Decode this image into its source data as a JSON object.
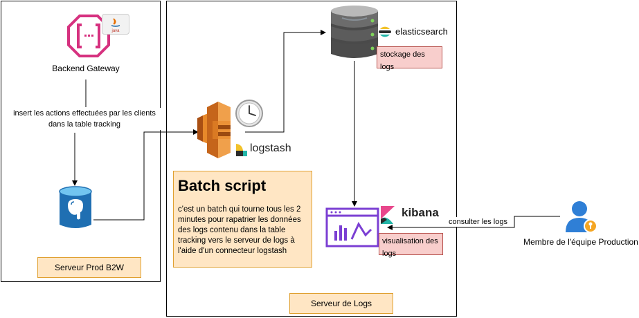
{
  "colors": {
    "gateway": "#d6317f",
    "postgres_blue": "#1f6fb2",
    "aws_orange": "#e8892a",
    "kibana_purple": "#7b3fd3",
    "user_blue": "#2f7fd6",
    "orange_note": "#ffe6c4",
    "red_note": "#f8cecc",
    "note_border": "#e0a030",
    "red_border": "#b85450",
    "elastic_teal": "#23b6a8"
  },
  "containers": {
    "prod": {
      "label": "Serveur Prod B2W"
    },
    "logs": {
      "label": "Serveur de Logs"
    }
  },
  "nodes": {
    "gateway": {
      "label": "Backend Gateway",
      "badge_text": "java",
      "icon": "api-gateway-icon"
    },
    "database": {
      "icon": "postgresql-icon"
    },
    "logstash": {
      "label": "logstash",
      "icon": "aws-batch-clock-icon"
    },
    "elasticsearch": {
      "label": "elasticsearch",
      "note": "stockage des logs",
      "icon": "database-server-icon"
    },
    "kibana": {
      "label": "kibana",
      "note": "visualisation des logs",
      "icon": "dashboard-chart-icon"
    },
    "user": {
      "label": "Membre de l'équipe Production",
      "icon": "user-key-icon"
    }
  },
  "edges": {
    "gateway_to_db": "insert les actions effectuées par les clients dans la table tracking",
    "user_to_kibana": "consulter les logs"
  },
  "batch_note": {
    "title": "Batch script",
    "body": "c'est un batch qui tourne tous les 2 minutes pour rapatrier les données des logs contenu dans la table tracking vers le serveur de logs à l'aide d'un connecteur logstash"
  }
}
